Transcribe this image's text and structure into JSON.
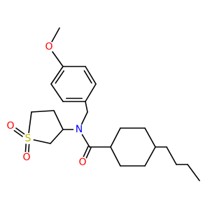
{
  "molecule": {
    "atoms": {
      "methoxy_o": {
        "label": "O",
        "color": "#ff0000"
      },
      "amide_n": {
        "label": "N",
        "color": "#0000ff"
      },
      "amide_o": {
        "label": "O",
        "color": "#ff0000"
      },
      "sulfone_s": {
        "label": "S",
        "color": "#b8b800"
      },
      "sulfone_o1": {
        "label": "O",
        "color": "#ff0000"
      },
      "sulfone_o2": {
        "label": "O",
        "color": "#ff0000"
      }
    }
  }
}
